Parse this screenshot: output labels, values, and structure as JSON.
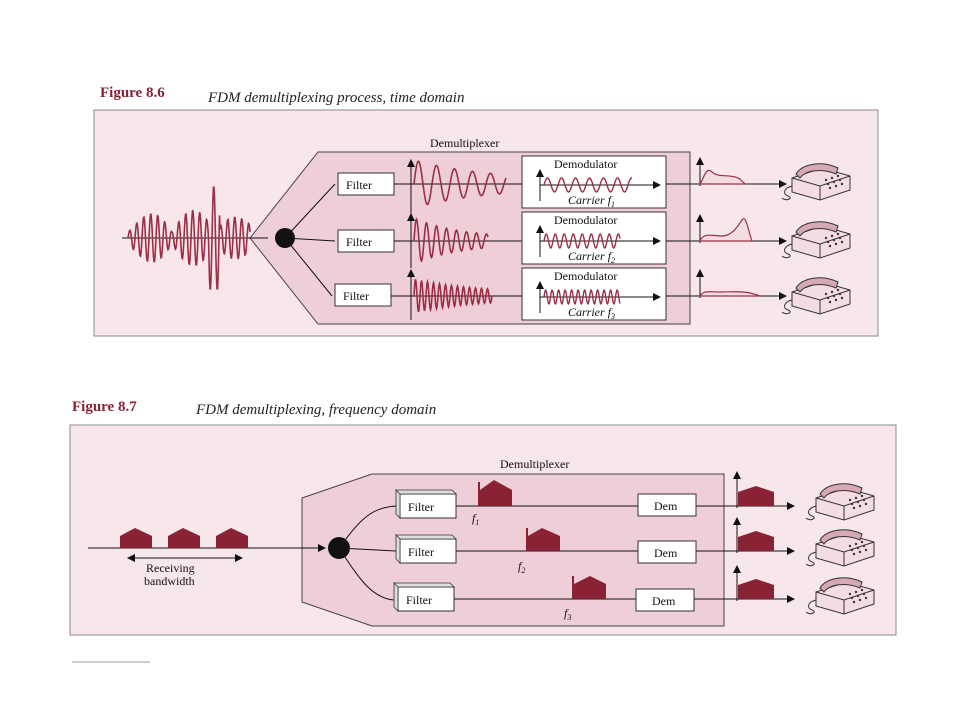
{
  "colors": {
    "panel": "#f7e6ea",
    "panel_border": "#8a8a8a",
    "demux": "#efcfd7",
    "wave": "#9c2f46",
    "hump": "#8a2235",
    "line": "#111111",
    "caption": "#8a2235"
  },
  "fig86": {
    "number": "Figure 8.6",
    "caption": "FDM demultiplexing process, time domain",
    "demux_label": "Demultiplexer",
    "filter_labels": [
      "Filter",
      "Filter",
      "Filter"
    ],
    "demod_label": "Demodulator",
    "carrier_prefix": "Carrier",
    "carrier_var": "f",
    "carrier_subs": [
      "1",
      "2",
      "3"
    ]
  },
  "fig87": {
    "number": "Figure 8.7",
    "caption": "FDM demultiplexing, frequency domain",
    "demux_label": "Demultiplexer",
    "filter_labels": [
      "Filter",
      "Filter",
      "Filter"
    ],
    "dem_labels": [
      "Dem",
      "Dem",
      "Dem"
    ],
    "freq_var": "f",
    "freq_subs": [
      "1",
      "2",
      "3"
    ],
    "receiving_line1": "Receiving",
    "receiving_line2": "bandwidth"
  },
  "icons": [
    "telephone-icon",
    "splitter-node-icon",
    "waveform-icon",
    "spectrum-hump-icon",
    "axis-arrow-icon"
  ]
}
